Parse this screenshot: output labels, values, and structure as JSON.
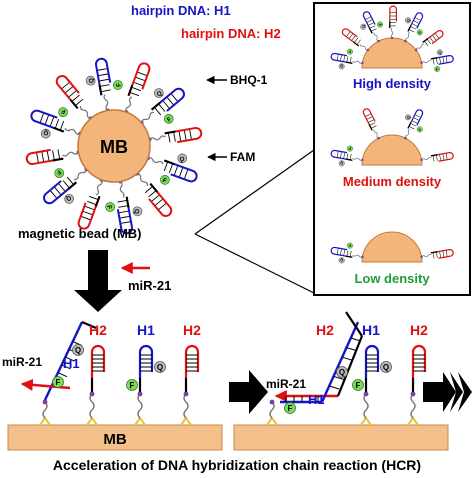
{
  "labels": {
    "h1": "hairpin DNA: H1",
    "h2": "hairpin DNA: H2",
    "bhq": "BHQ-1",
    "fam": "FAM",
    "mb": "MB",
    "magnetic_bead": "magnetic bead (MB)",
    "mir": "miR-21",
    "high": "High density",
    "medium": "Medium density",
    "low": "Low density",
    "F": "F",
    "Q": "Q",
    "H1": "H1",
    "H2": "H2",
    "caption": "Acceleration of DNA hybridization chain reaction (HCR)"
  },
  "colors": {
    "h1": "#1414c8",
    "h2": "#e01010",
    "bead": "#f3b57a",
    "high": "#1414c8",
    "medium": "#e01010",
    "low": "#1e9e3a",
    "fam": "#7ed957",
    "linker": "#7a3fa0",
    "surface": "#f3c08a",
    "anchor": "#e7c23a"
  }
}
